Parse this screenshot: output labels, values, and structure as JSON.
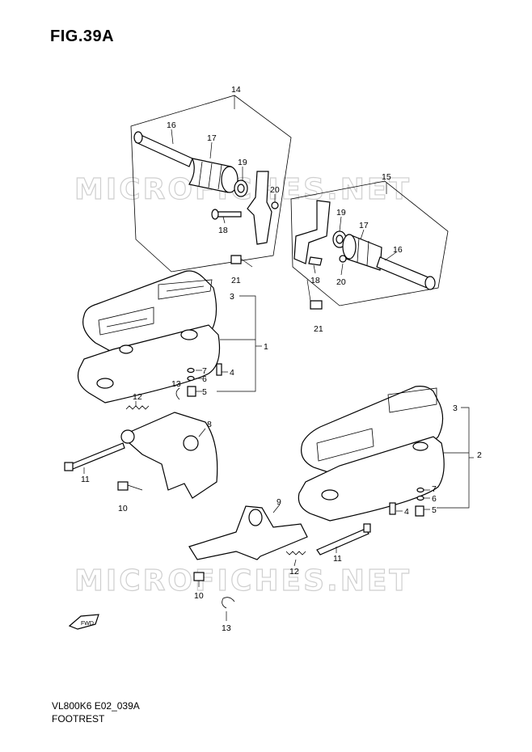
{
  "figure": {
    "title": "FIG.39A",
    "code": "VL800K6 E02_039A",
    "name": "FOOTREST"
  },
  "watermark": "MICROFICHES.NET",
  "fwd_label": "FWD",
  "callouts": {
    "c14": "14",
    "c16a": "16",
    "c17a": "17",
    "c19a": "19",
    "c20a": "20",
    "c18a": "18",
    "c21a": "21",
    "c15": "15",
    "c19b": "19",
    "c17b": "17",
    "c16b": "16",
    "c18b": "18",
    "c20b": "20",
    "c21b": "21",
    "c3a": "3",
    "c1": "1",
    "c7a": "7",
    "c6a": "6",
    "c4a": "4",
    "c5a": "5",
    "c13a": "13",
    "c12a": "12",
    "c8": "8",
    "c11a": "11",
    "c10a": "10",
    "c3b": "3",
    "c2": "2",
    "c7b": "7",
    "c6b": "6",
    "c4b": "4",
    "c5b": "5",
    "c9": "9",
    "c11b": "11",
    "c12b": "12",
    "c10b": "10",
    "c13b": "13"
  }
}
